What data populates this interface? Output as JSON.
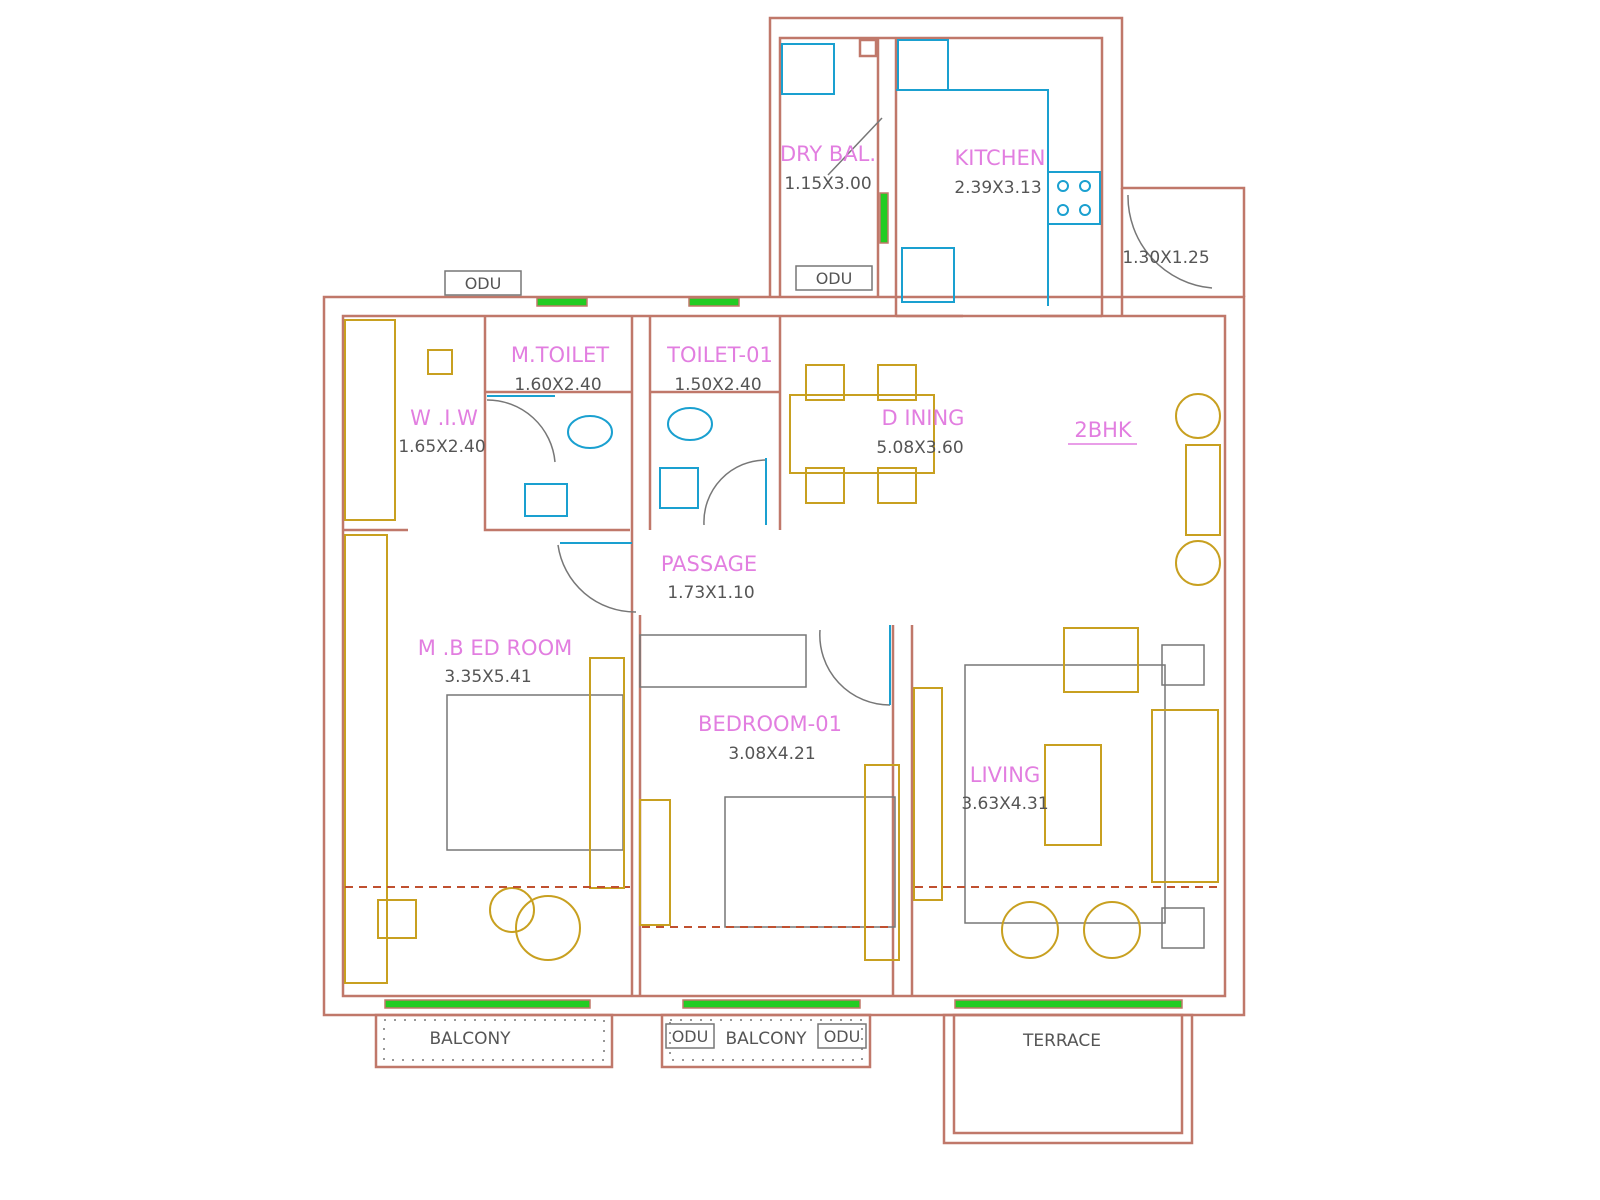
{
  "title": "2BHK",
  "rooms": {
    "dry_bal": {
      "name": "DRY BAL.",
      "size": "1.15X3.00"
    },
    "kitchen": {
      "name": "KITCHEN",
      "size": "2.39X3.13"
    },
    "utility": {
      "size": "1.30X1.25"
    },
    "m_toilet": {
      "name": "M.TOILET",
      "size": "1.60X2.40"
    },
    "toilet_01": {
      "name": "TOILET-01",
      "size": "1.50X2.40"
    },
    "wiw": {
      "name": "W .I.W",
      "size": "1.65X2.40"
    },
    "dining": {
      "name": "D INING",
      "size": "5.08X3.60"
    },
    "passage": {
      "name": "PASSAGE",
      "size": "1.73X1.10"
    },
    "mbed": {
      "name": "M .B ED ROOM",
      "size": "3.35X5.41"
    },
    "bed01": {
      "name": "BEDROOM-01",
      "size": "3.08X4.21"
    },
    "living": {
      "name": "LIVING",
      "size": "3.63X4.31"
    },
    "balcony1": {
      "name": "BALCONY"
    },
    "balcony2": {
      "name": "BALCONY"
    },
    "terrace": {
      "name": "TERRACE"
    }
  },
  "odu_labels": [
    "ODU",
    "ODU",
    "ODU",
    "ODU"
  ],
  "colors": {
    "wall": "#c0786a",
    "furniture": "#c8a020",
    "fixture": "#1aa0d0",
    "label": "#e27ee0",
    "window": "#22cc22"
  }
}
